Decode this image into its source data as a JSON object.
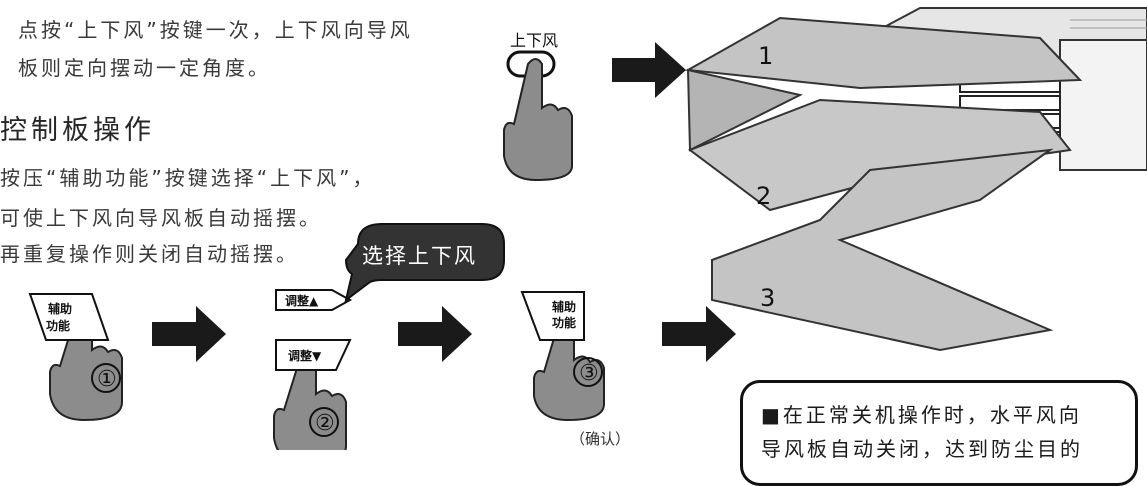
{
  "intro": {
    "line1": "点按“上下风”按键一次，上下风向导风",
    "line2": "板则定向摆动一定角度。"
  },
  "section": {
    "heading": "控制板操作",
    "lines": [
      "按压“辅助功能”按键选择“上下风”，",
      "可使上下风向导风板自动摇摆。",
      "再重复操作则关闭自动摇摆。"
    ]
  },
  "remote_key_label": "上下风",
  "bubble_text": "选择上下风",
  "panel_buttons": {
    "assist_line1": "辅助",
    "assist_line2": "功能",
    "adjust_up": "调整▲",
    "adjust_down": "调整▼"
  },
  "steps": [
    "①",
    "②",
    "③"
  ],
  "confirm_label": "（确认）",
  "louver_positions": [
    "1",
    "2",
    "3"
  ],
  "note": {
    "line1": "■在正常关机操作时，水平风向",
    "line2": "导风板自动关闭，达到防尘目的"
  },
  "colors": {
    "hand_gray": "#8c8c8c",
    "arrow_black": "#1a1a1a",
    "airflow_gray": "#c4c4c4",
    "bubble_dark": "#333333"
  }
}
